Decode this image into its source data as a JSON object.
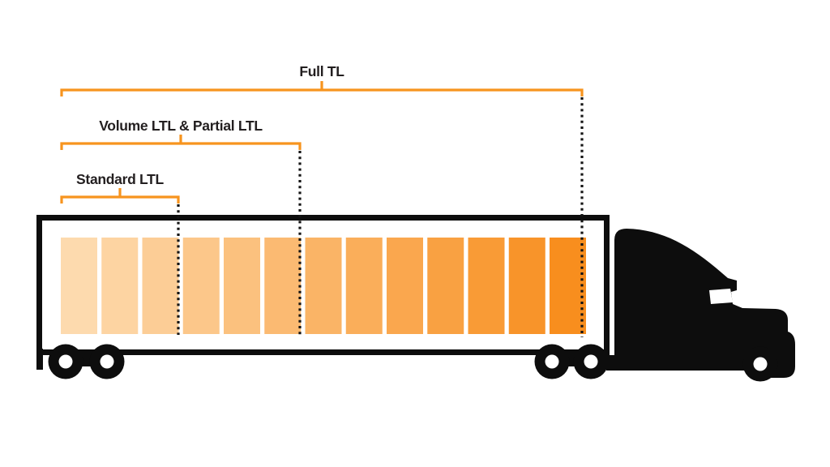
{
  "diagram": {
    "labels": {
      "full_tl": "Full TL",
      "volume_ltl": "Volume LTL & Partial LTL",
      "standard_ltl": "Standard LTL"
    },
    "colors": {
      "bracket_orange": "#F7941E",
      "truck_black": "#0D0D0D",
      "label_text": "#231F20",
      "bar_lightest": "#FDDAAE",
      "bar_darkest": "#F88E1E"
    },
    "bars": {
      "count": 13,
      "colors": [
        "#FDDAAE",
        "#FDD4A2",
        "#FCCD96",
        "#FCC78A",
        "#FBC17E",
        "#FBBA72",
        "#FAB466",
        "#FAAE5A",
        "#FAA74E",
        "#F9A142",
        "#F99B36",
        "#F8942A",
        "#F88E1E"
      ]
    },
    "segments": [
      {
        "label": "Standard LTL",
        "bars_covered": 3,
        "of_total": 13
      },
      {
        "label": "Volume LTL & Partial LTL",
        "bars_covered": 6,
        "of_total": 13
      },
      {
        "label": "Full TL",
        "bars_covered": 13,
        "of_total": 13
      }
    ]
  }
}
